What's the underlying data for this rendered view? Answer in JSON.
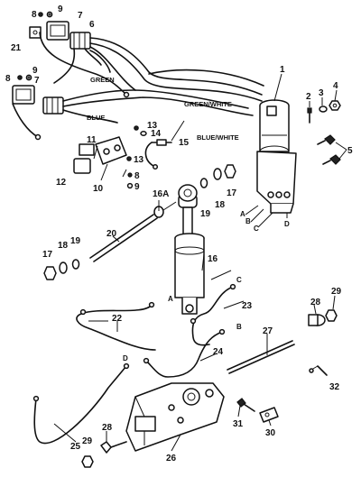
{
  "wire_labels": {
    "green": "GREEN",
    "blue": "BLUE",
    "green_white": "GREEN/WHITE",
    "blue_white": "BLUE/WHITE"
  },
  "line_letters": {
    "a": "A",
    "b": "B",
    "c": "C",
    "d": "D"
  },
  "callouts": {
    "p1": "1",
    "p2": "2",
    "p3": "3",
    "p4": "4",
    "p5": "5",
    "p6": "6",
    "p7": "7",
    "p8": "8",
    "p9": "9",
    "p10": "10",
    "p11": "11",
    "p12": "12",
    "p13": "13",
    "p14": "14",
    "p15": "15",
    "p16": "16",
    "p16a": "16A",
    "p17": "17",
    "p18": "18",
    "p19": "19",
    "p20": "20",
    "p21": "21",
    "p22": "22",
    "p23": "23",
    "p24": "24",
    "p25": "25",
    "p26": "26",
    "p27": "27",
    "p28": "28",
    "p29": "29",
    "p30": "30",
    "p31": "31",
    "p32": "32"
  }
}
